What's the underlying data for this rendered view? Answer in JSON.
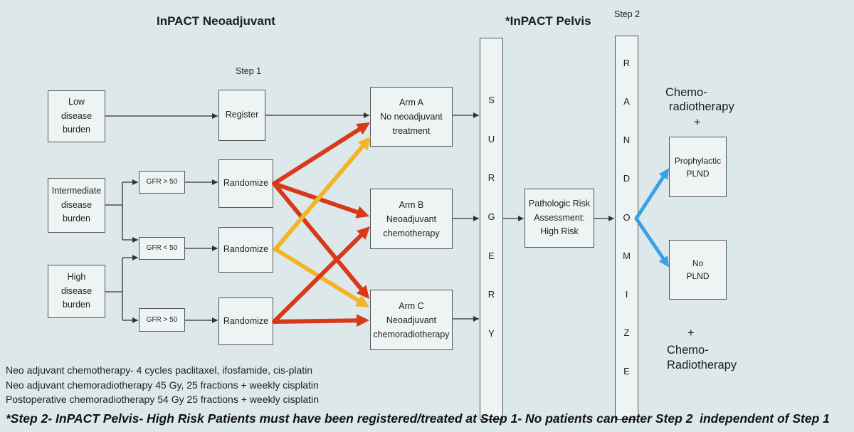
{
  "colors": {
    "background": "#dde8eb",
    "box_fill": "#eef3f4",
    "box_border": "#555555",
    "connector": "#333333",
    "red_arrow": "#d8391b",
    "yellow_arrow": "#f3b426",
    "blue_arrow": "#3ba1e6",
    "text": "#1a1a1a"
  },
  "headings": {
    "neoadjuvant": "InPACT Neoadjuvant",
    "pelvis": "*InPACT Pelvis",
    "step_1": "Step 1",
    "step_2": "Step 2"
  },
  "disease_burden": {
    "low": "Low\ndisease\nburden",
    "intermediate": "Intermediate\ndisease\nburden",
    "high": "High\ndisease\nburden"
  },
  "gfr": {
    "top": "GFR > 50",
    "middle": "GFR < 50",
    "bottom": "GFR > 50"
  },
  "step_1": {
    "register": "Register",
    "randomize_top": "Randomize",
    "randomize_middle": "Randomize",
    "randomize_bottom": "Randomize"
  },
  "arms": {
    "a": "Arm A\nNo neoadjuvant\ntreatment",
    "b": "Arm B\nNeoadjuvant\nchemotherapy",
    "c": "Arm C\nNeoadjuvant\nchemoradiotherapy"
  },
  "surgery": {
    "letters": [
      "S",
      "U",
      "R",
      "G",
      "E",
      "R",
      "Y"
    ]
  },
  "pathologic_risk": "Pathologic Risk\nAssessment:\nHigh Risk",
  "randomize": {
    "letters": [
      "R",
      "A",
      "N",
      "D",
      "O",
      "M",
      "I",
      "Z",
      "E"
    ]
  },
  "step_2": {
    "top_note": [
      "Chemo-",
      "radiotherapy",
      "+"
    ],
    "prophylactic_plnd": "Prophylactic\nPLND",
    "no_plnd": "No\nPLND",
    "bottom_note": [
      "+",
      "Chemo-",
      "Radiotherapy"
    ]
  },
  "notes": [
    "Neo adjuvant chemotherapy- 4 cycles paclitaxel, ifosfamide, cis-platin",
    "Neo adjuvant chemoradiotherapy 45 Gy, 25 fractions + weekly cisplatin",
    "Postoperative chemoradiotherapy 54 Gy 25 fractions + weekly cisplatin"
  ],
  "footer": "*Step 2- InPACT Pelvis- High Risk Patients must have been registered/treated at Step 1- No patients can enter Step 2  independent of Step 1"
}
